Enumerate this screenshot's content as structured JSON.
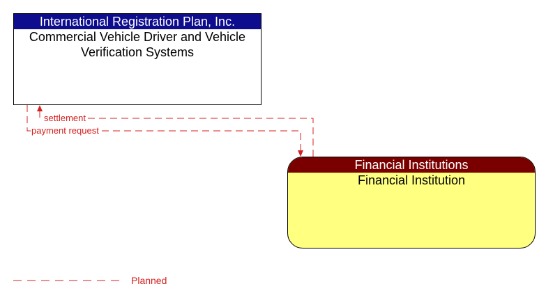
{
  "boxes": {
    "irp": {
      "header": "International Registration Plan, Inc.",
      "body": "Commercial Vehicle Driver and Vehicle Verification Systems"
    },
    "fi": {
      "header": "Financial Institutions",
      "body": "Financial Institution"
    }
  },
  "flows": {
    "settlement": "settlement",
    "payment_request": "payment request"
  },
  "legend": {
    "planned": "Planned"
  },
  "colors": {
    "irp_header": "#0d0d8e",
    "fi_header": "#7a0000",
    "fi_body": "#ffff80",
    "flow": "#d42020"
  }
}
